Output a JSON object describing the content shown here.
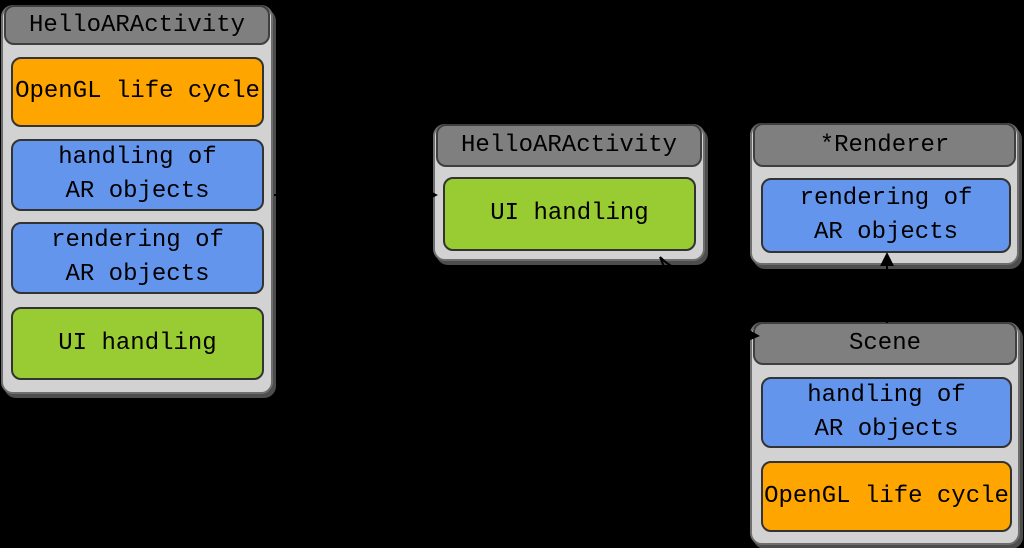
{
  "diagram": {
    "description": "Refactoring of HelloARActivity responsibilities into HelloARActivity, *Renderer and Scene",
    "colors": {
      "background": "#000000",
      "container_fill": "#d2d2d2",
      "container_border": "#6e6e6e",
      "header_fill": "#7f7f7f",
      "header_border": "#3f3f3f",
      "item_border": "#333333",
      "orange": "#ffa500",
      "blue": "#6495ed",
      "green": "#99cc33",
      "shadow": "#4d4d4d",
      "text": "#000000",
      "arrow": "#000000"
    },
    "groups": [
      {
        "id": "before",
        "title": "HelloARActivity",
        "items": [
          {
            "label": [
              "OpenGL life cycle"
            ],
            "color": "orange"
          },
          {
            "label": [
              "handling of",
              "AR objects"
            ],
            "color": "blue"
          },
          {
            "label": [
              "rendering of",
              "AR objects"
            ],
            "color": "blue"
          },
          {
            "label": [
              "UI handling"
            ],
            "color": "green"
          }
        ]
      },
      {
        "id": "activity",
        "title": "HelloARActivity",
        "items": [
          {
            "label": [
              "UI handling"
            ],
            "color": "green"
          }
        ]
      },
      {
        "id": "renderer",
        "title": "*Renderer",
        "items": [
          {
            "label": [
              "rendering of",
              "AR objects"
            ],
            "color": "blue"
          }
        ]
      },
      {
        "id": "scene",
        "title": "Scene",
        "items": [
          {
            "label": [
              "handling of",
              "AR objects"
            ],
            "color": "blue"
          },
          {
            "label": [
              "OpenGL life cycle"
            ],
            "color": "orange"
          }
        ]
      }
    ],
    "arrows": [
      {
        "from": "HelloARActivity (before)",
        "to": "HelloARActivity"
      },
      {
        "from": "HelloARActivity",
        "to": "*Renderer"
      },
      {
        "from": "HelloARActivity",
        "to": "Scene"
      },
      {
        "from": "Scene",
        "to": "*Renderer"
      }
    ]
  }
}
